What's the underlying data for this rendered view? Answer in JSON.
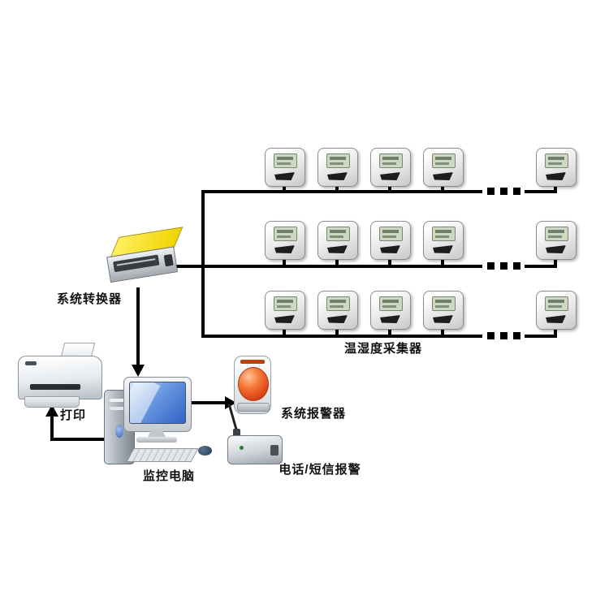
{
  "diagram": {
    "type": "system-topology",
    "labels": {
      "converter": "系统转换器",
      "printer": "打印",
      "computer": "监控电脑",
      "sensors": "温湿度采集器",
      "siren": "系统报警器",
      "sms_alarm": "电话/短信报警"
    },
    "sensors": {
      "rows": 3,
      "visible_per_row": 5,
      "ellipsis_dots_per_row": 3
    },
    "colors": {
      "line": "#000000",
      "converter_yellow": "#f0d400",
      "screen_blue": "#2f63c6",
      "siren_orange": "#e8541f",
      "lcd_green": "#ccd8c2"
    }
  }
}
